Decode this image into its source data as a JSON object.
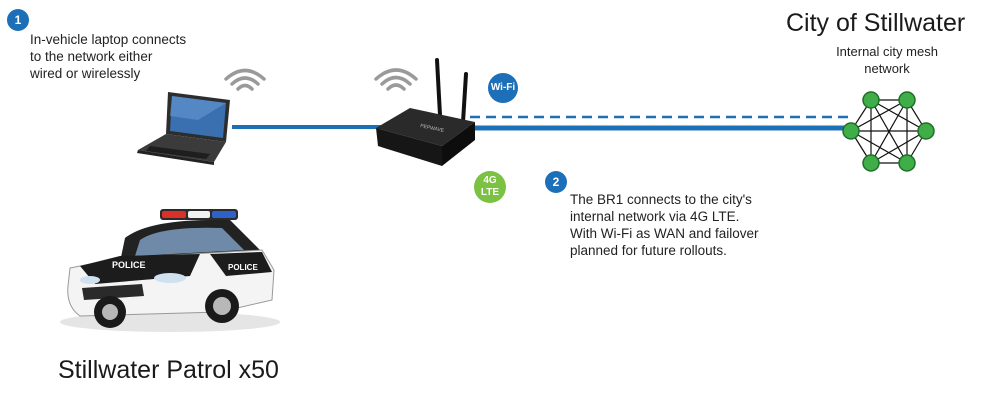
{
  "step1": {
    "badge": "1",
    "lines": [
      "In-vehicle laptop connects",
      "to the network either",
      "wired or wirelessly"
    ]
  },
  "step2": {
    "badge": "2",
    "lines": [
      "The BR1 connects to the city's",
      "internal network via 4G LTE.",
      "With Wi-Fi as WAN and failover",
      "planned for future rollouts."
    ]
  },
  "city": {
    "title": "City of Stillwater",
    "subtitle_lines": [
      "Internal city mesh",
      "network"
    ]
  },
  "fleet": {
    "label": "Stillwater Patrol x50"
  },
  "bubbles": {
    "wifi": "Wi-Fi",
    "lte_line1": "4G",
    "lte_line2": "LTE"
  },
  "vehicle": {
    "hood_text": "POLICE",
    "door_text": "POLICE"
  },
  "router": {
    "brand_text": "PEPWAVE"
  },
  "colors": {
    "link_blue": "#1d6fb8",
    "lte_green": "#7cc242",
    "mesh_node_green": "#3fae49",
    "router_black": "#1b1b1b"
  },
  "icons": [
    "laptop-icon",
    "router-icon",
    "police-car-icon",
    "mesh-network-icon",
    "wireless-signal-icon"
  ]
}
